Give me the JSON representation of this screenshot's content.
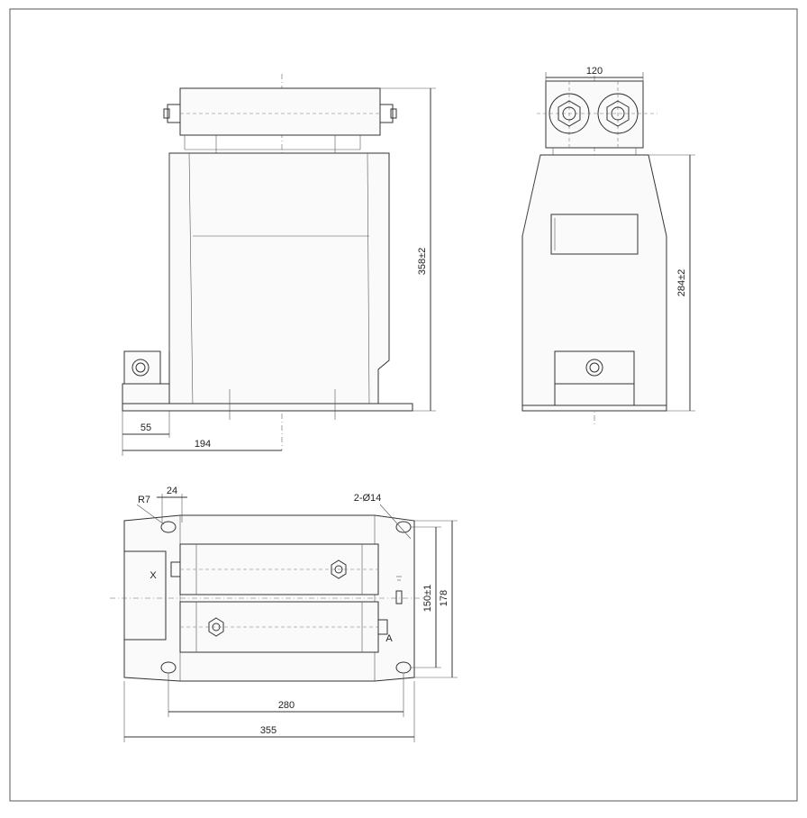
{
  "dimensions": {
    "front_height": "358±2",
    "front_base_left": "55",
    "front_center": "194",
    "side_top_width": "120",
    "side_height": "284±2",
    "plan_radius": "R7",
    "plan_slot": "24",
    "plan_holes": "2-Ø14",
    "plan_hole_spacing": "150±1",
    "plan_width": "178",
    "plan_hole_pitch": "280",
    "plan_length": "355"
  },
  "terminals": {
    "x_label": "X",
    "a_label": "A"
  }
}
